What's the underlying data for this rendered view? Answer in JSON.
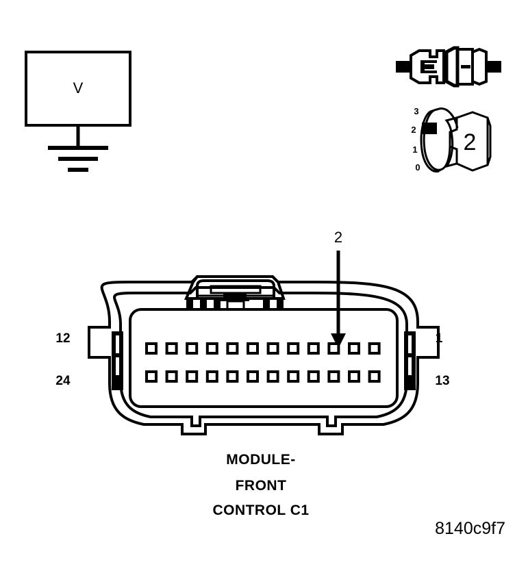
{
  "diagram": {
    "reference_code": "8140c9f7",
    "caption_lines": [
      "MODULE-",
      "FRONT",
      "CONTROL C1"
    ],
    "callout_label": "2",
    "meter": {
      "symbol": "V",
      "name": "voltmeter-symbol",
      "ground": "ground-symbol"
    },
    "connector_under_test": {
      "name": "inline-connector-icon"
    },
    "cavity_key": {
      "scale_labels": [
        "3",
        "2",
        "1",
        "0"
      ],
      "selected_position": "2",
      "key_number": "2"
    },
    "pin_labels": {
      "top_left": "12",
      "bottom_left": "24",
      "top_right": "1",
      "bottom_right": "13"
    },
    "pin_grid": {
      "rows": 2,
      "columns": 12,
      "total_pins": 24,
      "highlighted_pin": "2",
      "highlighted_row": "top",
      "highlighted_column_from_right": 2
    },
    "colors": {
      "line": "#000000",
      "background": "#ffffff"
    }
  }
}
